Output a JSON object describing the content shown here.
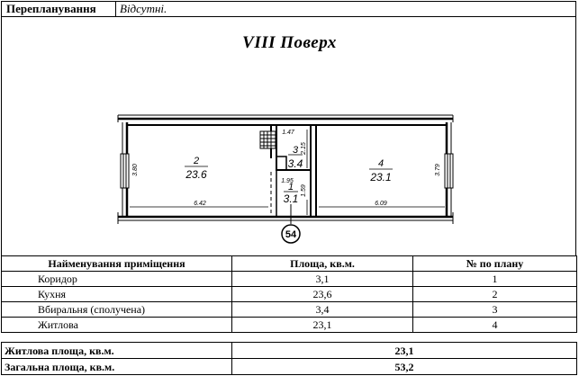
{
  "header": {
    "label": "Перепланування",
    "value": "Відсутні."
  },
  "plan": {
    "floor_title": "VIII Поверх",
    "rooms": [
      {
        "number": "1",
        "area": "3.1"
      },
      {
        "number": "2",
        "area": "23.6"
      },
      {
        "number": "3",
        "area": "3.4"
      },
      {
        "number": "4",
        "area": "23.1"
      }
    ],
    "dimensions": {
      "left_wall": "3.80",
      "right_wall": "3.79",
      "bottom_left": "6.42",
      "bottom_right": "6.09",
      "bath_top": "1.47",
      "bath_side": "2.15",
      "corridor_top": "1.95",
      "corridor_side": "1.59"
    },
    "apartment_number": "54"
  },
  "table": {
    "headers": {
      "name": "Найменування приміщення",
      "area": "Площа, кв.м.",
      "plan_no": "№ по плану"
    },
    "rows": [
      {
        "name": "Коридор",
        "area": "3,1",
        "plan_no": "1"
      },
      {
        "name": "Кухня",
        "area": "23,6",
        "plan_no": "2"
      },
      {
        "name": "Вбиральня (сполучена)",
        "area": "3,4",
        "plan_no": "3"
      },
      {
        "name": "Житлова",
        "area": "23,1",
        "plan_no": "4"
      }
    ]
  },
  "totals": {
    "living_label": "Житлова площа, кв.м.",
    "living_value": "23,1",
    "total_label": "Загальна площа, кв.м.",
    "total_value": "53,2"
  }
}
